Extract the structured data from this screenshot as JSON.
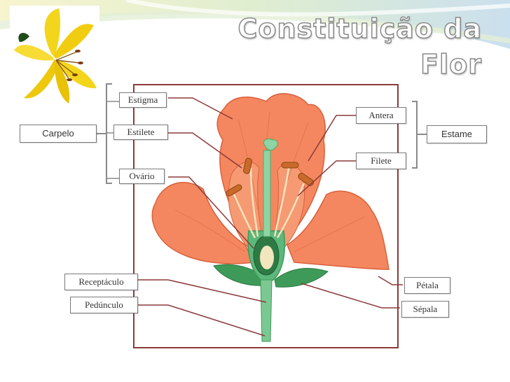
{
  "title": {
    "line1": "Constituição da",
    "line2": "Flor"
  },
  "labels": {
    "estigma": "Estigma",
    "estilete": "Estilete",
    "ovario": "Ovário",
    "carpelo": "Carpelo",
    "antera": "Antera",
    "filete": "Filete",
    "estame": "Estame",
    "receptaculo": "Receptáculo",
    "pedunculo": "Pedúnculo",
    "petala": "Pétala",
    "sepala": "Sépala"
  },
  "colors": {
    "petal": "#f4875f",
    "petal_dark": "#d9603c",
    "stem": "#5cb87a",
    "leader_line": "#8b3a3a",
    "bracket": "#8a8a8a",
    "lily": "#f3d51c"
  }
}
